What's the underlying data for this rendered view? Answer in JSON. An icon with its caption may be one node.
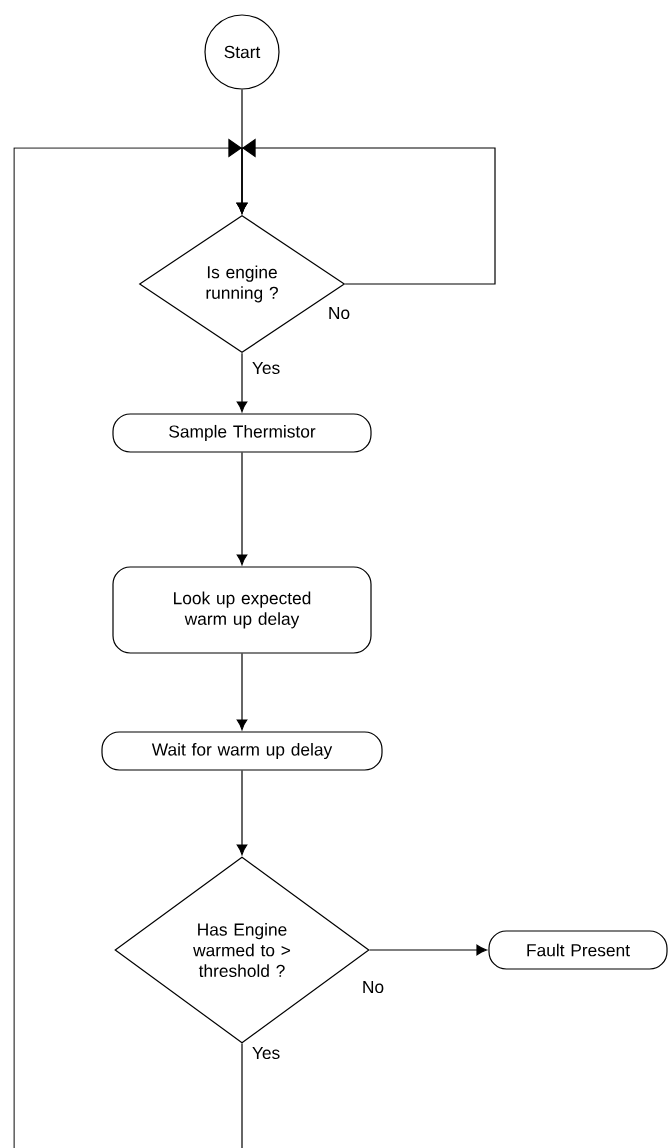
{
  "diagram": {
    "nodes": [
      {
        "text": [
          "Start"
        ]
      },
      {
        "text": [
          "Is engine running ?"
        ]
      },
      {
        "text": [
          "Sample Thermistor"
        ]
      },
      {
        "text": [
          "Look up expected warm up delay"
        ]
      },
      {
        "text": [
          "Wait for warm up delay"
        ]
      },
      {
        "text": [
          "Has Engine warmed to > threshold ?"
        ]
      },
      {
        "text": [
          "Fault Present"
        ]
      }
    ],
    "edges": [
      {
        "from": 0,
        "to": 1,
        "arrow": "to"
      },
      {
        "from": 1,
        "to": 1,
        "arrow": "to",
        "label": "No"
      },
      {
        "from": 1,
        "to": 2,
        "arrow": "to",
        "label": "Yes"
      },
      {
        "from": 2,
        "to": 3,
        "arrow": "to"
      },
      {
        "from": 3,
        "to": 4,
        "arrow": "to"
      },
      {
        "from": 4,
        "to": 5,
        "arrow": "to"
      },
      {
        "from": 5,
        "to": 6,
        "arrow": "to",
        "label": "No"
      },
      {
        "from": 5,
        "to": 1,
        "arrow": "to",
        "label": "Yes"
      }
    ]
  }
}
